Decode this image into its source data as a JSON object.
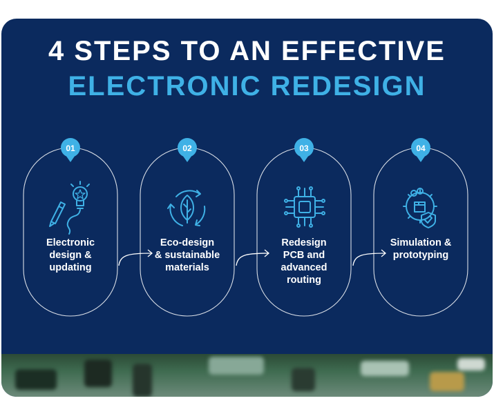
{
  "title": {
    "line1": "4 STEPS TO AN EFFECTIVE",
    "line2": "ELECTRONIC REDESIGN"
  },
  "colors": {
    "background": "#0b2a5e",
    "accent": "#3fb1e6",
    "text": "#ffffff"
  },
  "steps": [
    {
      "number": "01",
      "lines": [
        "Electronic",
        "design &",
        "updating"
      ],
      "icon": "pencil-lightbulb-icon"
    },
    {
      "number": "02",
      "lines": [
        "Eco-design",
        "& sustainable",
        "materials"
      ],
      "icon": "recycle-leaf-icon"
    },
    {
      "number": "03",
      "lines": [
        "Redesign",
        "PCB and",
        "advanced",
        "routing"
      ],
      "icon": "chip-icon"
    },
    {
      "number": "04",
      "lines": [
        "Simulation &",
        "prototyping"
      ],
      "icon": "gear-shield-icon"
    }
  ]
}
